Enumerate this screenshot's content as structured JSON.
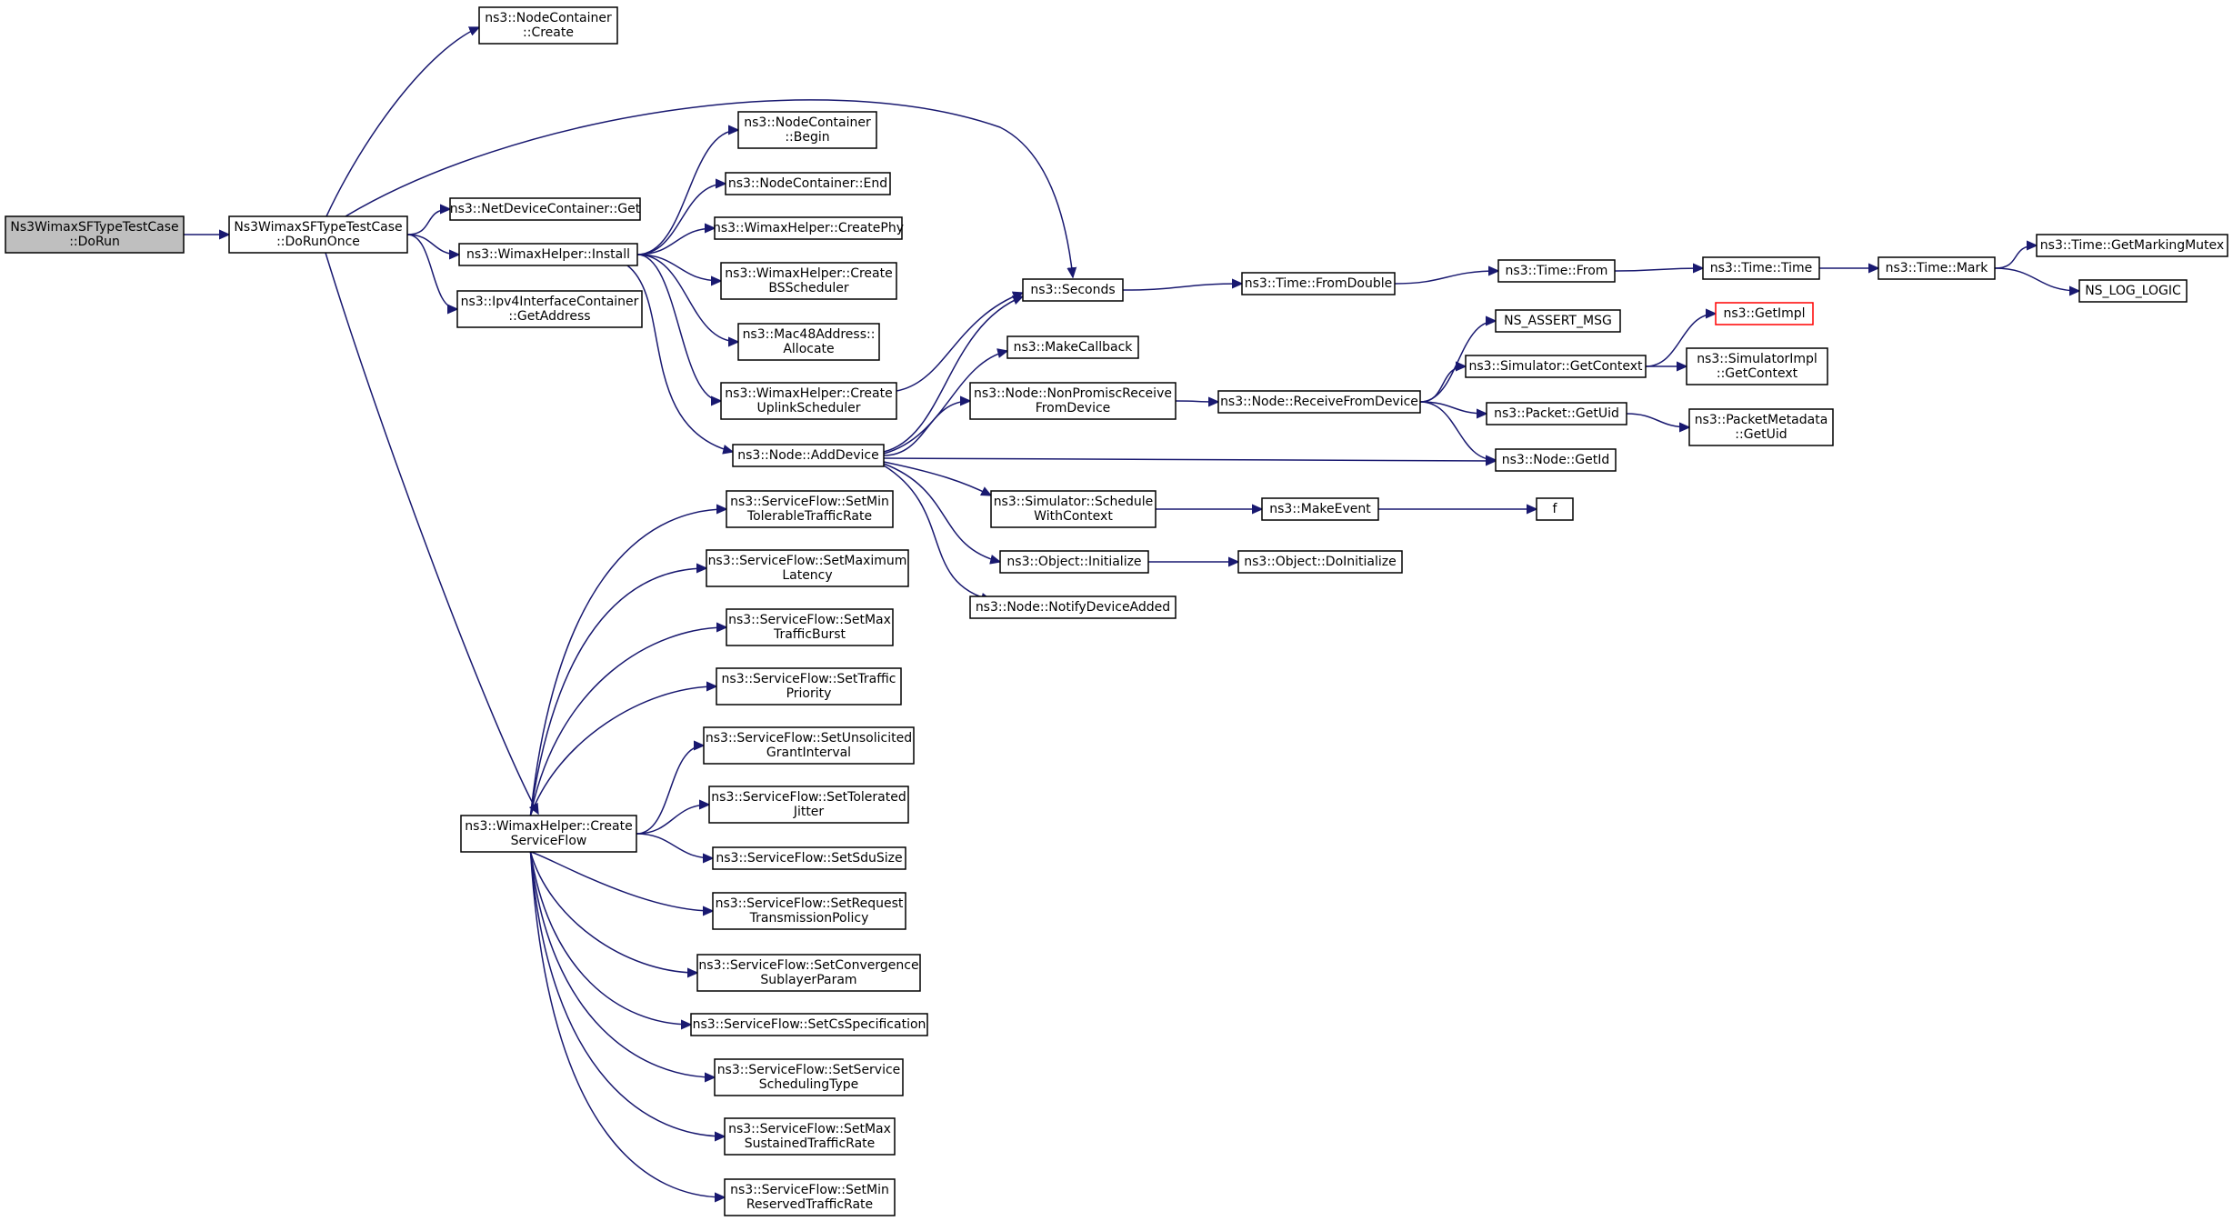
{
  "colors": {
    "edge": "#191970",
    "node_border": "#000000",
    "root_fill": "#bfbfbf",
    "missing_border": "#ff0000"
  },
  "nodes": [
    {
      "id": "dorun",
      "lines": [
        "Ns3WimaxSFTypeTestCase",
        "::DoRun"
      ],
      "style": "root"
    },
    {
      "id": "dorunonce",
      "lines": [
        "Ns3WimaxSFTypeTestCase",
        "::DoRunOnce"
      ]
    },
    {
      "id": "nc_create",
      "lines": [
        "ns3::NodeContainer",
        "::Create"
      ]
    },
    {
      "id": "ndc_get",
      "lines": [
        "ns3::NetDeviceContainer::Get"
      ]
    },
    {
      "id": "wh_install",
      "lines": [
        "ns3::WimaxHelper::Install"
      ]
    },
    {
      "id": "ipv4_getaddr",
      "lines": [
        "ns3::Ipv4InterfaceContainer",
        "::GetAddress"
      ]
    },
    {
      "id": "wh_createsf",
      "lines": [
        "ns3::WimaxHelper::Create",
        "ServiceFlow"
      ]
    },
    {
      "id": "nc_begin",
      "lines": [
        "ns3::NodeContainer",
        "::Begin"
      ]
    },
    {
      "id": "nc_end",
      "lines": [
        "ns3::NodeContainer::End"
      ]
    },
    {
      "id": "wh_createphy",
      "lines": [
        "ns3::WimaxHelper::CreatePhy"
      ]
    },
    {
      "id": "wh_createbs",
      "lines": [
        "ns3::WimaxHelper::Create",
        "BSScheduler"
      ]
    },
    {
      "id": "mac48_alloc",
      "lines": [
        "ns3::Mac48Address::",
        "Allocate"
      ]
    },
    {
      "id": "wh_createul",
      "lines": [
        "ns3::WimaxHelper::Create",
        "UplinkScheduler"
      ]
    },
    {
      "id": "node_adddevice",
      "lines": [
        "ns3::Node::AddDevice"
      ]
    },
    {
      "id": "seconds",
      "lines": [
        "ns3::Seconds"
      ]
    },
    {
      "id": "makecallback",
      "lines": [
        "ns3::MakeCallback"
      ]
    },
    {
      "id": "nonpromisc",
      "lines": [
        "ns3::Node::NonPromiscReceive",
        "FromDevice"
      ]
    },
    {
      "id": "sim_schedule",
      "lines": [
        "ns3::Simulator::Schedule",
        "WithContext"
      ]
    },
    {
      "id": "obj_init",
      "lines": [
        "ns3::Object::Initialize"
      ]
    },
    {
      "id": "notify_added",
      "lines": [
        "ns3::Node::NotifyDeviceAdded"
      ]
    },
    {
      "id": "time_fromdouble",
      "lines": [
        "ns3::Time::FromDouble"
      ]
    },
    {
      "id": "time_from",
      "lines": [
        "ns3::Time::From"
      ]
    },
    {
      "id": "time_time",
      "lines": [
        "ns3::Time::Time"
      ]
    },
    {
      "id": "time_mark",
      "lines": [
        "ns3::Time::Mark"
      ]
    },
    {
      "id": "time_mutex",
      "lines": [
        "ns3::Time::GetMarkingMutex"
      ]
    },
    {
      "id": "ns_log_logic",
      "lines": [
        "NS_LOG_LOGIC"
      ]
    },
    {
      "id": "recv_from_dev",
      "lines": [
        "ns3::Node::ReceiveFromDevice"
      ]
    },
    {
      "id": "ns_assert",
      "lines": [
        "NS_ASSERT_MSG"
      ]
    },
    {
      "id": "sim_getcontext",
      "lines": [
        "ns3::Simulator::GetContext"
      ]
    },
    {
      "id": "getimpl",
      "lines": [
        "ns3::GetImpl"
      ],
      "style": "red"
    },
    {
      "id": "simimpl_getcontext",
      "lines": [
        "ns3::SimulatorImpl",
        "::GetContext"
      ]
    },
    {
      "id": "packet_getuid",
      "lines": [
        "ns3::Packet::GetUid"
      ]
    },
    {
      "id": "pmeta_getuid",
      "lines": [
        "ns3::PacketMetadata",
        "::GetUid"
      ]
    },
    {
      "id": "node_getid",
      "lines": [
        "ns3::Node::GetId"
      ]
    },
    {
      "id": "makeevent",
      "lines": [
        "ns3::MakeEvent"
      ]
    },
    {
      "id": "f",
      "lines": [
        "f"
      ]
    },
    {
      "id": "obj_doinit",
      "lines": [
        "ns3::Object::DoInitialize"
      ]
    },
    {
      "id": "sf_minrate",
      "lines": [
        "ns3::ServiceFlow::SetMin",
        "TolerableTrafficRate"
      ]
    },
    {
      "id": "sf_maxlat",
      "lines": [
        "ns3::ServiceFlow::SetMaximum",
        "Latency"
      ]
    },
    {
      "id": "sf_maxburst",
      "lines": [
        "ns3::ServiceFlow::SetMax",
        "TrafficBurst"
      ]
    },
    {
      "id": "sf_priority",
      "lines": [
        "ns3::ServiceFlow::SetTraffic",
        "Priority"
      ]
    },
    {
      "id": "sf_unsolicited",
      "lines": [
        "ns3::ServiceFlow::SetUnsolicited",
        "GrantInterval"
      ]
    },
    {
      "id": "sf_jitter",
      "lines": [
        "ns3::ServiceFlow::SetTolerated",
        "Jitter"
      ]
    },
    {
      "id": "sf_sdusize",
      "lines": [
        "ns3::ServiceFlow::SetSduSize"
      ]
    },
    {
      "id": "sf_reqtx",
      "lines": [
        "ns3::ServiceFlow::SetRequest",
        "TransmissionPolicy"
      ]
    },
    {
      "id": "sf_convergence",
      "lines": [
        "ns3::ServiceFlow::SetConvergence",
        "SublayerParam"
      ]
    },
    {
      "id": "sf_csspec",
      "lines": [
        "ns3::ServiceFlow::SetCsSpecification"
      ]
    },
    {
      "id": "sf_sched",
      "lines": [
        "ns3::ServiceFlow::SetService",
        "SchedulingType"
      ]
    },
    {
      "id": "sf_maxsust",
      "lines": [
        "ns3::ServiceFlow::SetMax",
        "SustainedTrafficRate"
      ]
    },
    {
      "id": "sf_minres",
      "lines": [
        "ns3::ServiceFlow::SetMin",
        "ReservedTrafficRate"
      ]
    }
  ],
  "edges": [
    [
      "dorun",
      "dorunonce"
    ],
    [
      "dorunonce",
      "nc_create"
    ],
    [
      "dorunonce",
      "seconds"
    ],
    [
      "dorunonce",
      "ndc_get"
    ],
    [
      "dorunonce",
      "wh_install"
    ],
    [
      "dorunonce",
      "ipv4_getaddr"
    ],
    [
      "dorunonce",
      "wh_createsf"
    ],
    [
      "wh_install",
      "nc_begin"
    ],
    [
      "wh_install",
      "nc_end"
    ],
    [
      "wh_install",
      "wh_createphy"
    ],
    [
      "wh_install",
      "wh_createbs"
    ],
    [
      "wh_install",
      "mac48_alloc"
    ],
    [
      "wh_install",
      "wh_createul"
    ],
    [
      "wh_install",
      "node_adddevice"
    ],
    [
      "wh_createul",
      "seconds"
    ],
    [
      "node_adddevice",
      "seconds"
    ],
    [
      "node_adddevice",
      "makecallback"
    ],
    [
      "node_adddevice",
      "nonpromisc"
    ],
    [
      "node_adddevice",
      "node_getid"
    ],
    [
      "node_adddevice",
      "sim_schedule"
    ],
    [
      "node_adddevice",
      "obj_init"
    ],
    [
      "node_adddevice",
      "notify_added"
    ],
    [
      "seconds",
      "time_fromdouble"
    ],
    [
      "time_fromdouble",
      "time_from"
    ],
    [
      "time_from",
      "time_time"
    ],
    [
      "time_time",
      "time_mark"
    ],
    [
      "time_mark",
      "time_mutex"
    ],
    [
      "time_mark",
      "ns_log_logic"
    ],
    [
      "nonpromisc",
      "recv_from_dev"
    ],
    [
      "recv_from_dev",
      "ns_assert"
    ],
    [
      "recv_from_dev",
      "sim_getcontext"
    ],
    [
      "recv_from_dev",
      "packet_getuid"
    ],
    [
      "recv_from_dev",
      "node_getid"
    ],
    [
      "sim_getcontext",
      "getimpl"
    ],
    [
      "sim_getcontext",
      "simimpl_getcontext"
    ],
    [
      "packet_getuid",
      "pmeta_getuid"
    ],
    [
      "sim_schedule",
      "makeevent"
    ],
    [
      "makeevent",
      "f"
    ],
    [
      "obj_init",
      "obj_doinit"
    ],
    [
      "wh_createsf",
      "sf_minrate"
    ],
    [
      "wh_createsf",
      "sf_maxlat"
    ],
    [
      "wh_createsf",
      "sf_maxburst"
    ],
    [
      "wh_createsf",
      "sf_priority"
    ],
    [
      "wh_createsf",
      "sf_unsolicited"
    ],
    [
      "wh_createsf",
      "sf_jitter"
    ],
    [
      "wh_createsf",
      "sf_sdusize"
    ],
    [
      "wh_createsf",
      "sf_reqtx"
    ],
    [
      "wh_createsf",
      "sf_convergence"
    ],
    [
      "wh_createsf",
      "sf_csspec"
    ],
    [
      "wh_createsf",
      "sf_sched"
    ],
    [
      "wh_createsf",
      "sf_maxsust"
    ],
    [
      "wh_createsf",
      "sf_minres"
    ]
  ]
}
